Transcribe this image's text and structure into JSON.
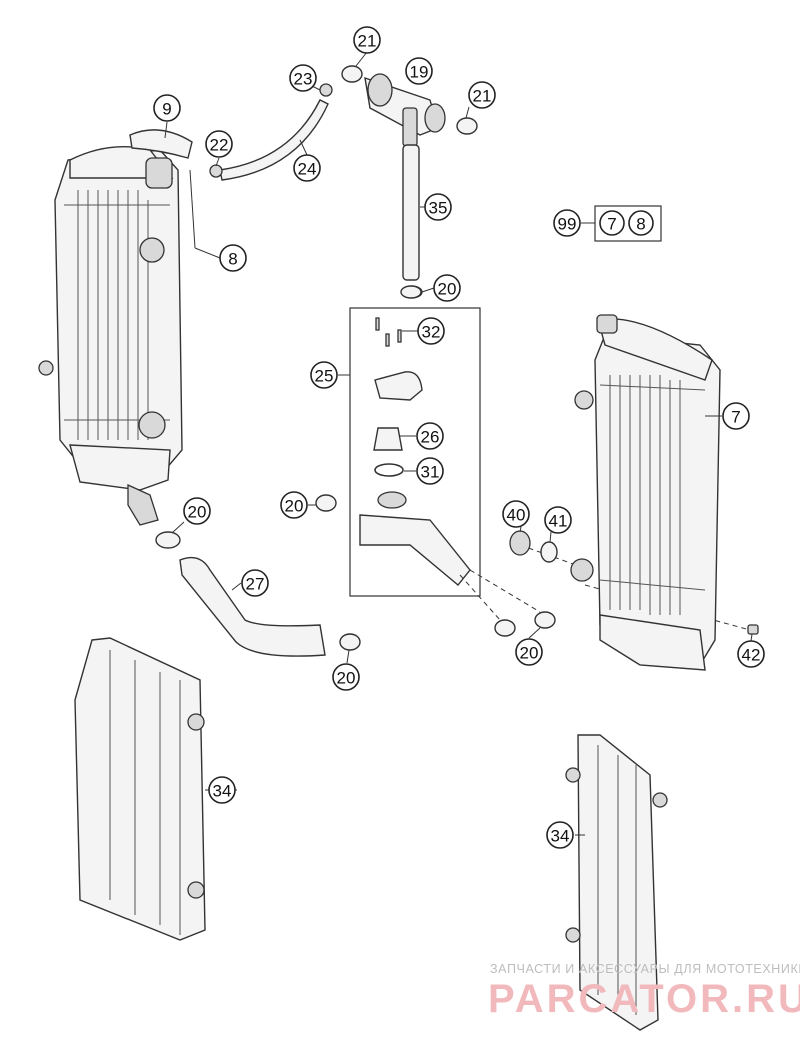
{
  "callouts": {
    "c9": "9",
    "c22": "22",
    "c8": "8",
    "c23": "23",
    "c24": "24",
    "c21a": "21",
    "c19": "19",
    "c21b": "21",
    "c35": "35",
    "c20top": "20",
    "c99": "99",
    "c7s": "7",
    "c8s": "8",
    "c32": "32",
    "c25": "25",
    "c26": "26",
    "c31": "31",
    "c20mid": "20",
    "c20left": "20",
    "c27": "27",
    "c20low": "20",
    "c20right": "20",
    "c40": "40",
    "c41": "41",
    "c7": "7",
    "c42": "42",
    "c34left": "34",
    "c34right": "34"
  },
  "watermark": {
    "tagline": "ЗАПЧАСТИ И АКСЕССУАРЫ ДЛЯ МОТОТЕХНИКИ",
    "brand": "PARCATOR.RU"
  }
}
